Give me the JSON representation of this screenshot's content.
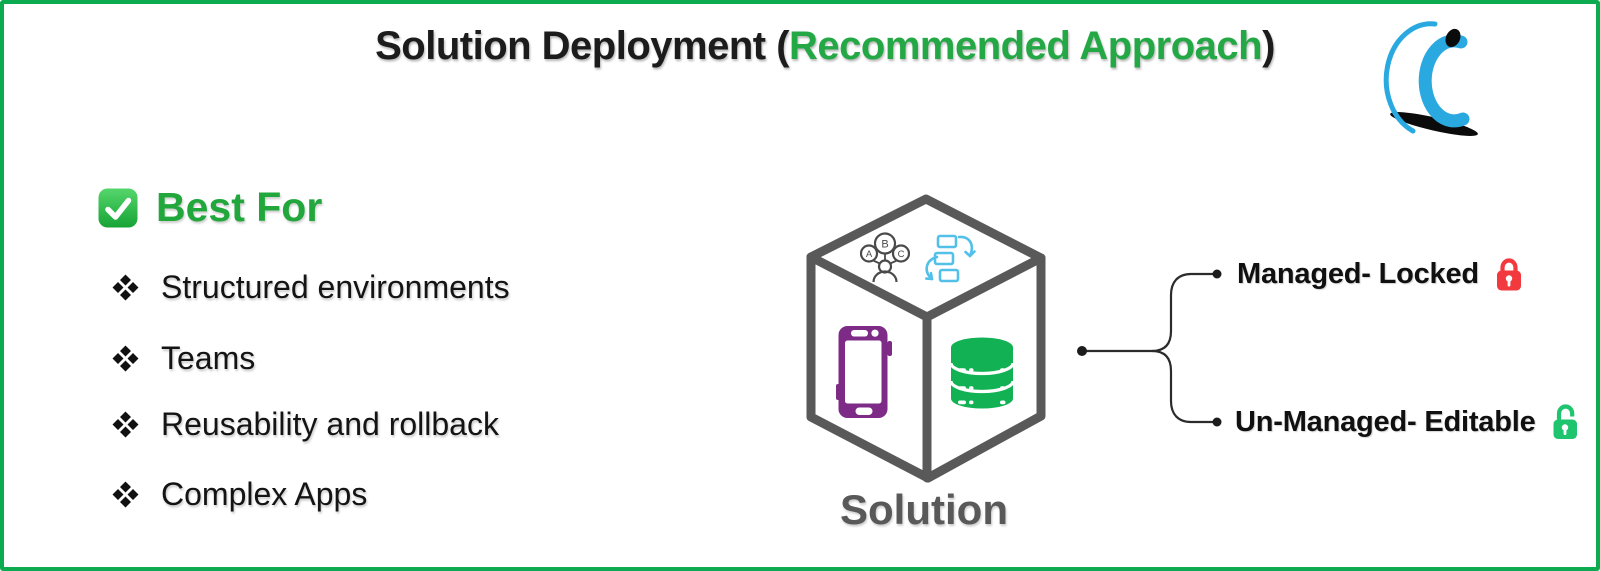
{
  "title": {
    "prefix": "Solution Deployment (",
    "highlight": "Recommended Approach",
    "suffix": ")"
  },
  "logo": {
    "name": "c-person-logo"
  },
  "best_for": {
    "check_icon": "check-mark-icon",
    "heading": "Best For",
    "bullet_glyph": "❖",
    "items": [
      "Structured environments",
      "Teams",
      "Reusability and rollback",
      "Complex Apps"
    ]
  },
  "cube": {
    "label": "Solution",
    "top_icons": [
      "choices-abc-icon",
      "process-flow-icon"
    ],
    "left_icon": "smartphone-icon",
    "right_icon": "database-icon",
    "letters": [
      "A",
      "B",
      "C"
    ]
  },
  "branches": [
    {
      "label": "Managed- Locked",
      "lock_state": "locked",
      "lock_icon": "lock-closed-icon",
      "lock_color": "#f23a3e"
    },
    {
      "label": "Un-Managed- Editable",
      "lock_state": "unlocked",
      "lock_icon": "lock-open-icon",
      "lock_color": "#1ec46e"
    }
  ],
  "colors": {
    "border_green": "#0cab50",
    "title_green": "#23a845",
    "heading_green": "#21a73c",
    "cube_gray": "#595959",
    "phone_purple": "#7e2b87",
    "database_green": "#12b254",
    "process_blue": "#53c0ea",
    "lock_red": "#f23a3e",
    "lock_green": "#1ec46e",
    "logo_blue": "#2aa9e1"
  }
}
